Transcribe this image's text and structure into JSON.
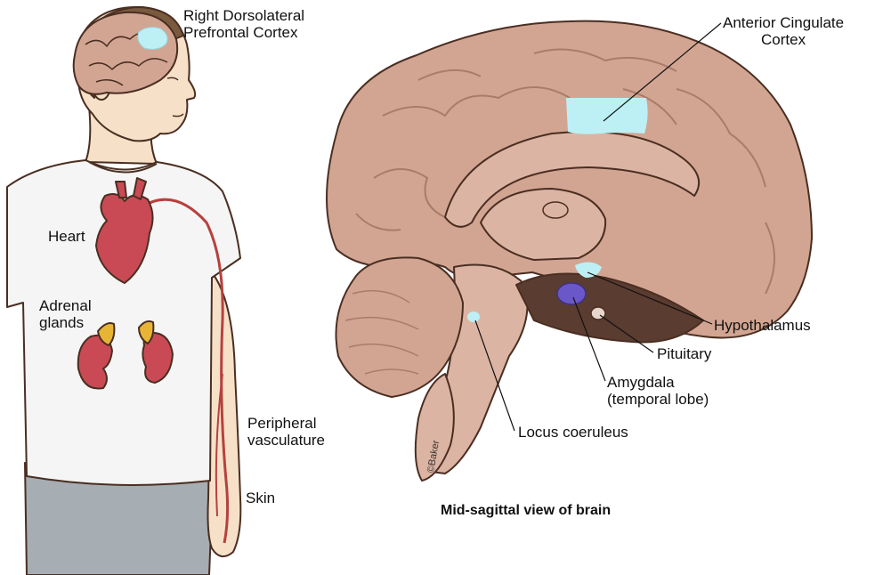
{
  "labels": {
    "dlpfc": "Right Dorsolateral\nPrefrontal Cortex",
    "acc": "Anterior Cingulate\nCortex",
    "heart": "Heart",
    "adrenal": "Adrenal\nglands",
    "hypothalamus": "Hypothalamus",
    "pituitary": "Pituitary",
    "amygdala": "Amygdala\n(temporal lobe)",
    "locus": "Locus coeruleus",
    "peripheral": "Peripheral\nvasculature",
    "skin": "Skin",
    "caption": "Mid-sagittal view of brain",
    "copyright": "©Baker"
  },
  "colors": {
    "outline": "#4a2e22",
    "skin_tone": "#f6e1c8",
    "brain": "#d2a592",
    "brain_shade": "#b98a78",
    "brainstem_dark": "#5b3c30",
    "highlight": "#bdf0f4",
    "heart": "#c94a55",
    "adrenal": "#e8b436",
    "amygdala": "#6a58c8",
    "vessel": "#b6413f",
    "shirt": "#f4f5f4",
    "pants": "#a6adb3",
    "hair": "#7a5a3f"
  }
}
